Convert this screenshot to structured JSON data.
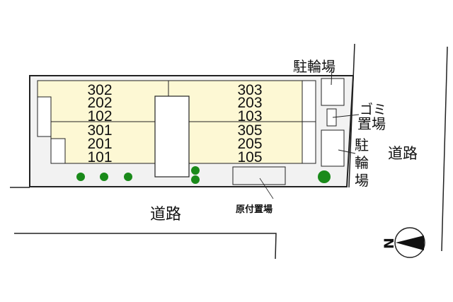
{
  "colors": {
    "unit_fill": "#fdf8d4",
    "lot_fill": "#f2f2f2",
    "tree": "#1a8a1a",
    "line": "#222222",
    "structure_fill": "#ffffff"
  },
  "units": {
    "block_a_top": [
      "302",
      "202",
      "102"
    ],
    "block_a_bottom": [
      "301",
      "201",
      "101"
    ],
    "block_b_top": [
      "303",
      "203",
      "103"
    ],
    "block_b_bottom": [
      "305",
      "205",
      "105"
    ]
  },
  "labels": {
    "bicycle_parking_top": "駐輪場",
    "garbage": [
      "ゴミ",
      "置場"
    ],
    "bicycle_parking_side": [
      "駐",
      "輪",
      "場"
    ],
    "road_east": "道路",
    "road_south": "道路",
    "moped_parking": "原付置場"
  },
  "compass": {
    "north_label": "N",
    "north_direction": "left"
  },
  "trees": {
    "count": 6
  }
}
